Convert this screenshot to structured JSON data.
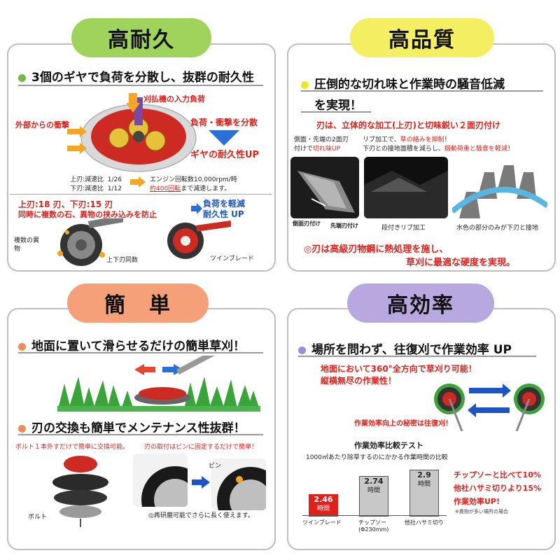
{
  "panel1": {
    "title": "高耐久",
    "headline": "3個のギヤで負荷を分散し、抜群の耐久性",
    "input_load": "刈払機の入力負荷",
    "external_shock": "外部からの衝撃",
    "load_distribute": "負荷・衝撃を分散",
    "gear_durability": "ギヤの耐久性UP",
    "ratio_upper_label": "上刃:減速比",
    "ratio_upper_value": "1/26",
    "ratio_lower_label": "下刃:減速比",
    "ratio_lower_value": "1/12",
    "engine_note_1": "エンジン回転数10,000rpm/時",
    "engine_note_2a": "約400回転",
    "engine_note_2b": "まで減速します。",
    "blade_count": "上刃:18 刃、下刃:15 刃",
    "multi_stone": "同時に複数の石、異物の挟み込みを防止",
    "load_reduce_1": "負荷を軽減",
    "load_reduce_2": "耐久性 UP",
    "multi_debris": "複数の異物",
    "same_blades": "上下刃同数",
    "twin_blade": "ツインブレード"
  },
  "panel2": {
    "title": "高品質",
    "headline_1": "圧倒的な切れ味と作業時の騒音低減",
    "headline_2": "を実現！",
    "sub": "刃は、立体的な加工(上刃)と切味鋭い２面刃付け",
    "side_tip_1": "側面・先端の2面刃",
    "side_tip_2a": "付けで",
    "side_tip_2b": "切れ味UP",
    "rib_1a": "リブ加工で、",
    "rib_1b": "草の絡みを抑制",
    "rib_1c": "！",
    "rib_2a": "下刃との接地面積を減らし、",
    "rib_2b": "摺動荷重と騒音を軽減",
    "rib_2c": "！",
    "side_edge": "側面刃付け",
    "tip_edge": "先端刃付け",
    "stepped_rib": "段付きリブ加工",
    "water_part": "水色の部分のみが下刃と接地",
    "steel_1": "◎刃は高級刃物鋼に熱処理を施し、",
    "steel_2": "草刈に最適な硬度を実現。"
  },
  "panel3": {
    "title": "簡　単",
    "headline_1": "地面に置いて滑らせるだけの簡単草刈！",
    "headline_2": "刃の交換も簡単でメンテナンス性抜群！",
    "bolt_note": "ボルト１本外すだけで簡単に交換可能。",
    "pin_note": "刃の取付はピンに固定するだけで簡単！",
    "pin": "ピン",
    "bolt": "ボルト",
    "regrind": "◎再研磨可能でさらに長く使えます。"
  },
  "panel4": {
    "title": "高効率",
    "headline": "場所を問わず、往復刈で作業効率 UP",
    "omni_1": "地面において360°全方向で草刈り可能！",
    "omni_2": "縦横無尽の作業性！",
    "secret": "作業効率向上の秘密は往復刈！",
    "test_title": "作業効率比較テスト",
    "test_sub": "1000㎡あたり除草するのにかかる作業時間の比較",
    "bars": [
      {
        "value": "2.46",
        "unit": "時間",
        "label": "ツインブレード",
        "sub": ""
      },
      {
        "value": "2.74",
        "unit": "時間",
        "label": "チップソー",
        "sub": "(Φ230mm)"
      },
      {
        "value": "2.9",
        "unit": "時間",
        "label": "他社ハサミ切り",
        "sub": ""
      }
    ],
    "compare_1": "チップソーと比べて10%",
    "compare_2": "他社ハサミ切りより15%",
    "compare_3": "作業効率UP!",
    "compare_note": "※異物が多い場所の場合"
  },
  "colors": {
    "green": "#9fd35c",
    "yellow": "#f4ee62",
    "orange": "#f6a07a",
    "purple": "#b8a8e0",
    "red": "#e0201a",
    "blue": "#1b55c4"
  }
}
